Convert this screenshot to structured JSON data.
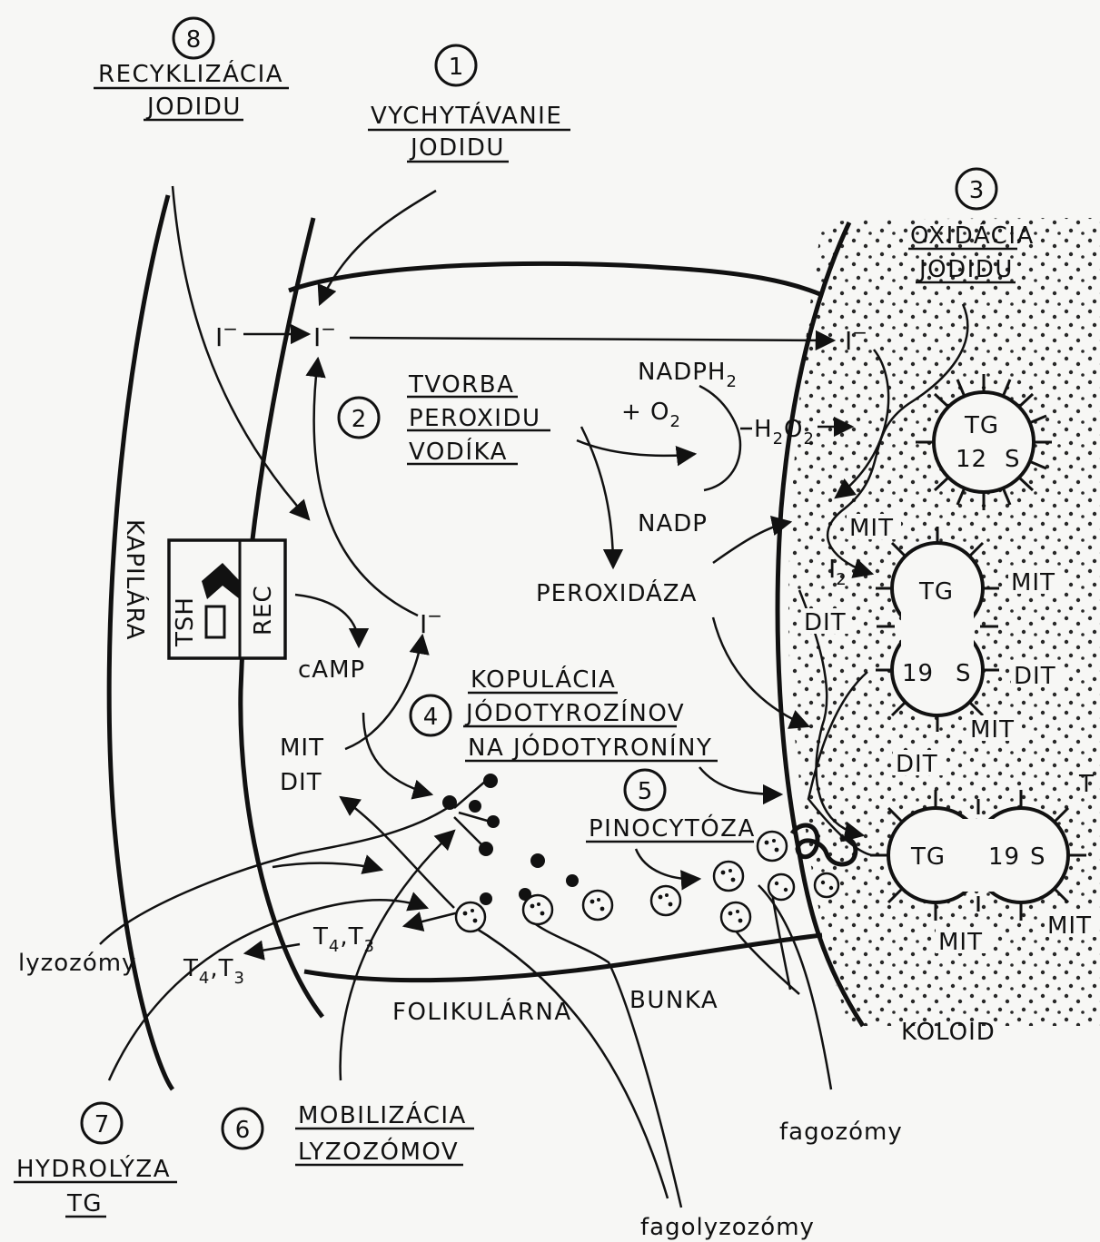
{
  "steps": {
    "s1": {
      "num": "1",
      "line1": "VYCHYTÁVANIE",
      "line2": "JODIDU"
    },
    "s2": {
      "num": "2",
      "line1": "TVORBA",
      "line2": "PEROXIDU",
      "line3": "VODÍKA"
    },
    "s3": {
      "num": "3",
      "line1": "OXIDÁCIA",
      "line2": "JODIDU"
    },
    "s4": {
      "num": "4",
      "line1": "KOPULÁCIA",
      "line2": "JÓDOTYROZÍNOV",
      "line3": "NA JÓDOTYRONÍNY"
    },
    "s5": {
      "num": "5",
      "line1": "PINOCYTÓZA"
    },
    "s6": {
      "num": "6",
      "line1": "MOBILIZÁCIA",
      "line2": "LYZOZÓMOV"
    },
    "s7": {
      "num": "7",
      "line1": "HYDROLÝZA",
      "line2": "TG"
    },
    "s8": {
      "num": "8",
      "line1": "RECYKLIZÁCIA",
      "line2": "JODIDU"
    }
  },
  "labels": {
    "iodide": "I",
    "minus": "−",
    "i2": "I",
    "i2_sub": "2",
    "nadph2": "NADPH",
    "nadph2_sub": "2",
    "o2_prefix": "+ O",
    "o2_sub": "2",
    "h2o2_h": "H",
    "h2o2_2a": "2",
    "h2o2_o": "O",
    "h2o2_2b": "2",
    "nadp": "NADP",
    "peroxidaza": "PEROXIDÁZA",
    "camp": "cAMP",
    "mit": "MIT",
    "dit": "DIT",
    "tsh": "TSH",
    "rec": "REC",
    "kapilara": "KAPILÁRA",
    "t4": "T",
    "t4_sub": "4",
    "t3": "T",
    "t3_sub": "3",
    "comma": ",",
    "lyzozomy": "lyzozómy",
    "folikularna": "FOLIKULÁRNA",
    "bunka": "BUNKA",
    "koloid": "KOLOID",
    "fagozomy": "fagozómy",
    "fagolyzozomy": "fagolyzozómy",
    "tg": "TG",
    "tg12": "12",
    "s": "S",
    "s19": "19",
    "edge_t": "T"
  }
}
